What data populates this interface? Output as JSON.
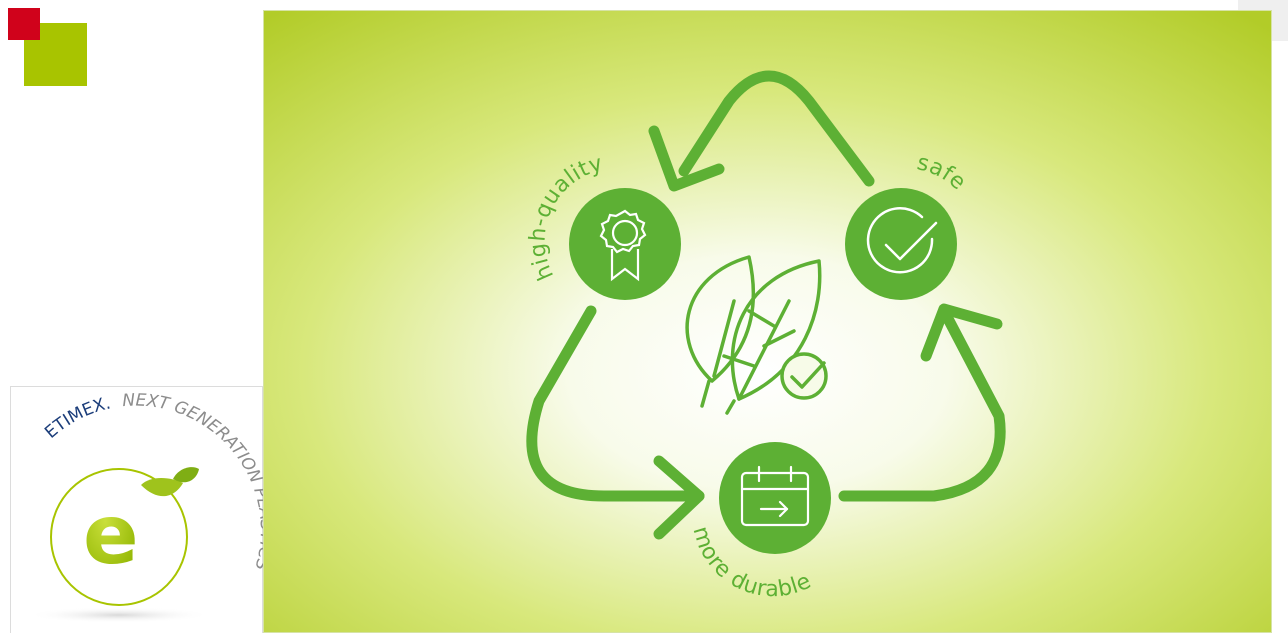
{
  "colors": {
    "brand_green": "#a8c400",
    "brand_red": "#d0021b",
    "icon_green": "#5db034",
    "navy": "#1b3d7a",
    "grey_text": "#8c8c8c",
    "hero_center": "#ffffff",
    "hero_edge": "#b4ce2c"
  },
  "badge": {
    "brand": "ETIMEX.",
    "tagline": "NEXT GENERATION PLASTICS",
    "letter": "e"
  },
  "cycle": {
    "items": [
      {
        "label": "high-quality",
        "icon": "award-ribbon-icon"
      },
      {
        "label": "safe",
        "icon": "check-circle-icon"
      },
      {
        "label": "more durable",
        "icon": "calendar-arrow-icon"
      }
    ],
    "center_icon": "leaves-check-icon"
  }
}
